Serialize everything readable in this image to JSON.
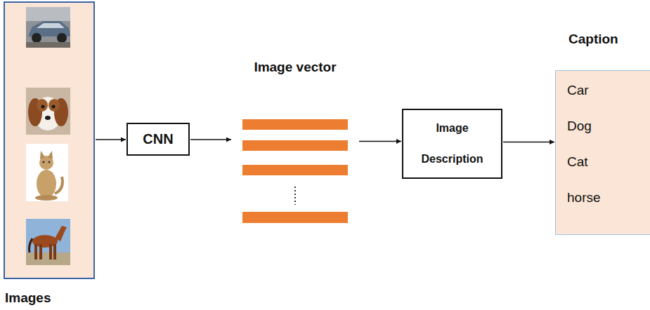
{
  "diagram": {
    "nodes": [
      {
        "text": [
          "Images"
        ]
      },
      {
        "text": [
          "CNN"
        ]
      },
      {
        "text": [
          "Image vector"
        ]
      },
      {
        "text": [
          "Image Description"
        ]
      },
      {
        "text": [
          "Caption",
          "Car",
          "Dog",
          "Cat",
          "horse"
        ]
      }
    ],
    "edges": [
      {
        "from": 0,
        "to": 1,
        "arrow": "to"
      },
      {
        "from": 1,
        "to": 2,
        "arrow": "to"
      },
      {
        "from": 2,
        "to": 3,
        "arrow": "to"
      },
      {
        "from": 3,
        "to": 4,
        "arrow": "to"
      }
    ]
  }
}
